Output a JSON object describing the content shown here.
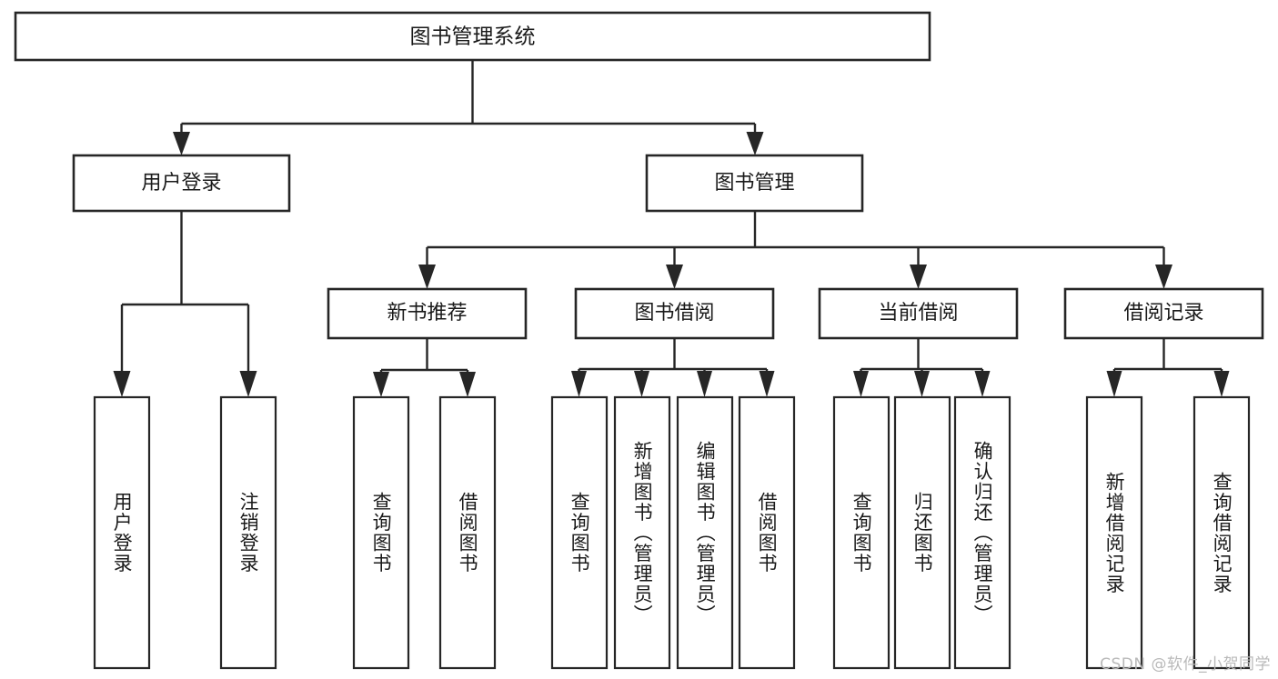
{
  "diagram": {
    "type": "tree-hierarchy",
    "title": "图书管理系统",
    "orientation": "top-down",
    "colors": {
      "box_stroke": "#262626",
      "box_fill": "#ffffff",
      "text": "#1a1a1a",
      "canvas": "#ffffff",
      "watermark": "#b9b9b9"
    },
    "levels": [
      {
        "level": 1,
        "nodes": [
          {
            "id": "root",
            "label": "图书管理系统",
            "orientation": "horizontal"
          }
        ]
      },
      {
        "level": 2,
        "nodes": [
          {
            "id": "login",
            "label": "用户登录",
            "orientation": "horizontal",
            "parent": "root"
          },
          {
            "id": "bookmgmt",
            "label": "图书管理",
            "orientation": "horizontal",
            "parent": "root"
          }
        ]
      },
      {
        "level": 3,
        "nodes": [
          {
            "id": "newbook",
            "label": "新书推荐",
            "orientation": "horizontal",
            "parent": "bookmgmt"
          },
          {
            "id": "borrow",
            "label": "图书借阅",
            "orientation": "horizontal",
            "parent": "bookmgmt"
          },
          {
            "id": "current",
            "label": "当前借阅",
            "orientation": "horizontal",
            "parent": "bookmgmt"
          },
          {
            "id": "record",
            "label": "借阅记录",
            "orientation": "horizontal",
            "parent": "bookmgmt"
          }
        ]
      },
      {
        "level": 4,
        "nodes": [
          {
            "id": "leaf1",
            "label": "用户登录",
            "orientation": "vertical",
            "parent": "login"
          },
          {
            "id": "leaf2",
            "label": "注销登录",
            "orientation": "vertical",
            "parent": "login"
          },
          {
            "id": "leaf3",
            "label": "查询图书",
            "orientation": "vertical",
            "parent": "newbook"
          },
          {
            "id": "leaf4",
            "label": "借阅图书",
            "orientation": "vertical",
            "parent": "newbook"
          },
          {
            "id": "leaf5",
            "label": "查询图书",
            "orientation": "vertical",
            "parent": "borrow"
          },
          {
            "id": "leaf6",
            "label": "新增图书（管理员）",
            "orientation": "vertical",
            "parent": "borrow"
          },
          {
            "id": "leaf7",
            "label": "编辑图书（管理员）",
            "orientation": "vertical",
            "parent": "borrow"
          },
          {
            "id": "leaf8",
            "label": "借阅图书",
            "orientation": "vertical",
            "parent": "borrow"
          },
          {
            "id": "leaf9",
            "label": "查询图书",
            "orientation": "vertical",
            "parent": "current"
          },
          {
            "id": "leaf10",
            "label": "归还图书",
            "orientation": "vertical",
            "parent": "current"
          },
          {
            "id": "leaf11",
            "label": "确认归还（管理员）",
            "orientation": "vertical",
            "parent": "current"
          },
          {
            "id": "leaf12",
            "label": "新增借阅记录",
            "orientation": "vertical",
            "parent": "record"
          },
          {
            "id": "leaf13",
            "label": "查询借阅记录",
            "orientation": "vertical",
            "parent": "record"
          }
        ]
      }
    ]
  },
  "watermark": {
    "text": "CSDN @软件_小贺同学"
  }
}
